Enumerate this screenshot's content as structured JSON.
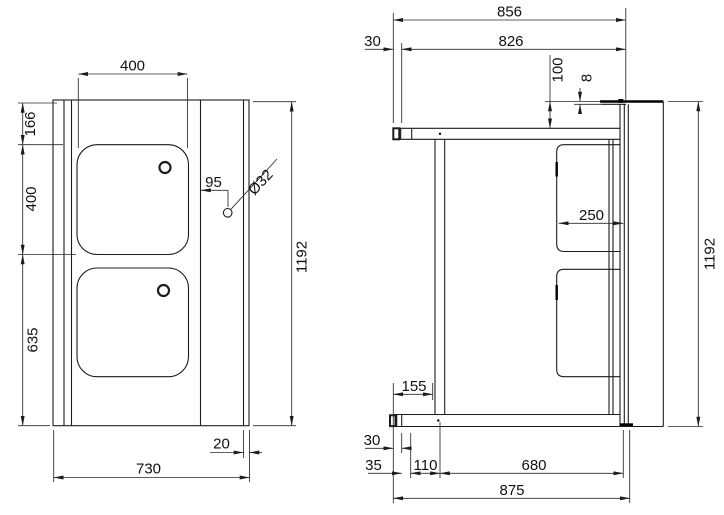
{
  "front_view": {
    "dim_top_width": "400",
    "dim_left_top": "166",
    "dim_left_middle": "400",
    "dim_left_bottom": "635",
    "dim_height": "1192",
    "dim_tap_offset": "95",
    "dim_tap_hole_diameter": "Ø32",
    "dim_right_edge": "20",
    "dim_total_width": "730"
  },
  "side_view": {
    "dim_depth_outer_top": "856",
    "dim_front_overhang": "30",
    "dim_depth_inner": "826",
    "dim_backsplash_height": "100",
    "dim_top_lip_thickness": "8",
    "dim_bowl_depth": "250",
    "dim_leg_inset": "155",
    "dim_bottom_front": "30",
    "dim_bottom_second": "35",
    "dim_leg_zone": "110",
    "dim_bottom_span": "680",
    "dim_depth_total": "875",
    "dim_height": "1192"
  }
}
